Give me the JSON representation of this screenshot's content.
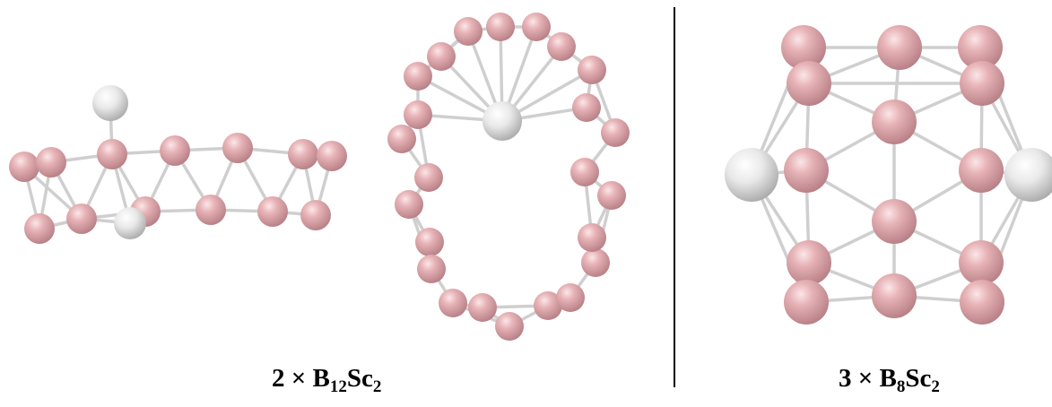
{
  "captions": {
    "left": {
      "coef": "2",
      "times": "×",
      "b": "B",
      "b_sub": "12",
      "sc": "Sc",
      "sc_sub": "2"
    },
    "right": {
      "coef": "3",
      "times": "×",
      "b": "B",
      "b_sub": "8",
      "sc": "Sc",
      "sc_sub": "2"
    }
  },
  "atoms": {
    "boron_color": "#e2a8ac",
    "scandium_color": "#e4e4e4",
    "bond_color": "#cfcfcf"
  }
}
